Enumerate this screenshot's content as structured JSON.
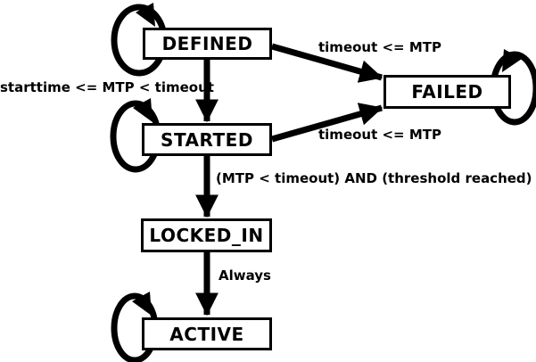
{
  "diagram": {
    "colors": {
      "foreground": "#000000",
      "background": "#ffffff"
    },
    "states": {
      "defined": {
        "label": "DEFINED"
      },
      "started": {
        "label": "STARTED"
      },
      "failed": {
        "label": "FAILED"
      },
      "locked_in": {
        "label": "LOCKED_IN"
      },
      "active": {
        "label": "ACTIVE"
      }
    },
    "transitions": {
      "defined_to_started": {
        "label": "starttime <= MTP < timeout"
      },
      "defined_to_failed": {
        "label": "timeout <= MTP"
      },
      "started_to_failed": {
        "label": "timeout <= MTP"
      },
      "started_to_locked_in": {
        "label": "(MTP < timeout) AND (threshold reached)"
      },
      "locked_in_to_active": {
        "label": "Always"
      }
    }
  }
}
